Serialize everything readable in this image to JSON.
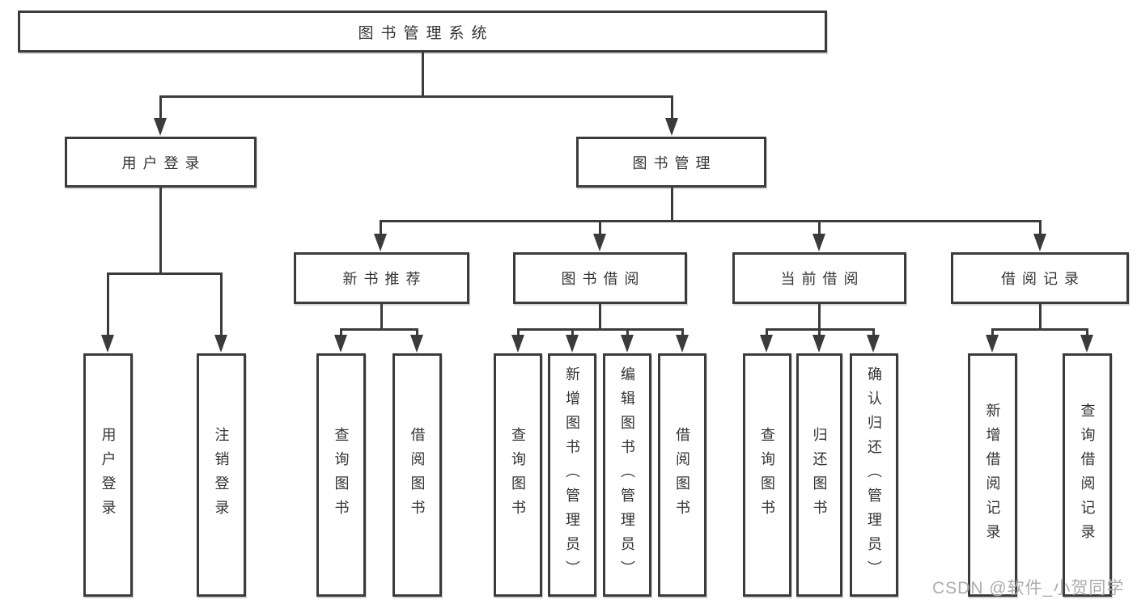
{
  "nodes": {
    "root": {
      "label": "图书管理系统"
    },
    "user_login": {
      "label": "用户登录"
    },
    "book_management": {
      "label": "图书管理"
    },
    "new_book_recommend": {
      "label": "新书推荐"
    },
    "book_borrowing": {
      "label": "图书借阅"
    },
    "current_borrowing": {
      "label": "当前借阅"
    },
    "borrowing_records": {
      "label": "借阅记录"
    },
    "leaf_user_login": {
      "label": "用户登录"
    },
    "leaf_logout": {
      "label": "注销登录"
    },
    "leaf_query_books_recommend": {
      "label": "查询图书"
    },
    "leaf_borrow_books_recommend": {
      "label": "借阅图书"
    },
    "leaf_query_books_borrowing": {
      "label": "查询图书"
    },
    "leaf_add_books_admin": {
      "label": "新增图书（管理员）"
    },
    "leaf_edit_books_admin": {
      "label": "编辑图书（管理员）"
    },
    "leaf_borrow_books_borrowing": {
      "label": "借阅图书"
    },
    "leaf_query_books_current": {
      "label": "查询图书"
    },
    "leaf_return_books": {
      "label": "归还图书"
    },
    "leaf_confirm_return_admin": {
      "label": "确认归还（管理员）"
    },
    "leaf_add_borrow_record": {
      "label": "新增借阅记录"
    },
    "leaf_query_borrow_record": {
      "label": "查询借阅记录"
    }
  },
  "watermark": "CSDN @软件_小贺同学",
  "colors": {
    "line": "#3b3b3b",
    "text": "#333333",
    "background": "#ffffff",
    "watermark": "#9e9e9e"
  }
}
